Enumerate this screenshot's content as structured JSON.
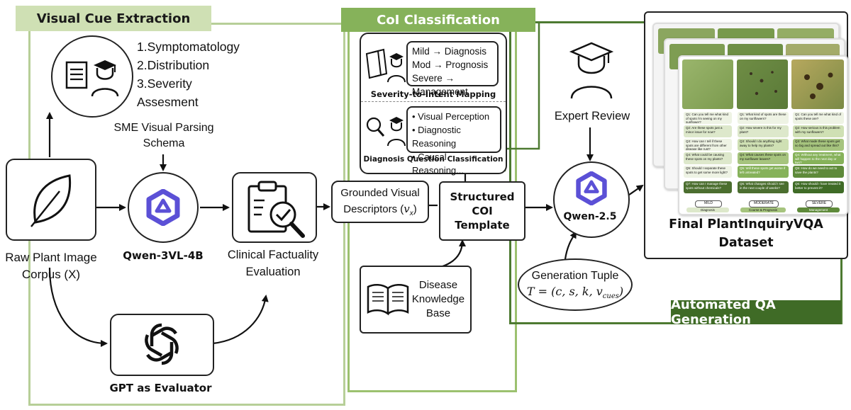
{
  "panels": {
    "visual_cue": "Visual Cue Extraction",
    "coi": "CoI Classification",
    "auto_qa": "Automated QA Generation"
  },
  "left": {
    "criteria": [
      "1.Symptomatology",
      "2.Distribution",
      "3.Severity",
      "Assesment"
    ],
    "sme_schema": [
      "SME Visual Parsing",
      "Schema"
    ],
    "raw_corpus": [
      "Raw Plant Image",
      "Corpus (X)"
    ],
    "qwen3": "Qwen-3VL-4B",
    "clinical": [
      "Clinical Factuality",
      "Evaluation"
    ],
    "gpt": "GPT as Evaluator"
  },
  "middle": {
    "severity_map": [
      "Mild → Diagnosis",
      "Mod → Prognosis",
      "Severe → Management"
    ],
    "severity_title": "Severity-to-Intent Mapping",
    "diag_list": [
      "• Visual Perception",
      "• Diagnostic Reasoning",
      "• Causal Reasoning..."
    ],
    "diag_title": "Diagnosis Question Classification",
    "grounded": [
      "Grounded Visual",
      "Descriptors ("
    ],
    "grounded_var": "v",
    "grounded_sub": "x",
    "structured": [
      "Structured",
      "COI",
      "Template"
    ],
    "knowledge": [
      "Disease",
      "Knowledge",
      "Base"
    ]
  },
  "right": {
    "expert": "Expert Review",
    "qwen25": "Qwen-2.5",
    "tuple_title": "Generation Tuple",
    "tuple_formula": "T = (c, s, k, v",
    "tuple_sub": "cues",
    "final": [
      "Final PlantInquiryVQA",
      "Dataset"
    ],
    "cards": {
      "col1": [
        "Q1: Can you tell me what kind of spots I'm seeing on my sunflower?",
        "Q2: Are these spots just a minor issue for now?",
        "Q3: How can I tell if these spots are different from other disease like rust?",
        "Q4: What could be causing these spots on my plants?",
        "Q5: Should I separate these spots to get some more light?",
        "Q7: How can I manage these spots without chemicals?"
      ],
      "col2": [
        "Q1: What kind of spots are these on my sunflowers?",
        "Q2: How severe is this for my plant?",
        "Q3: Should I do anything right away to help my plants?",
        "Q4: What causes these spots on my sunflower leaves?",
        "Q5: Will these spots get worse if left untreated?",
        "Q6: What changes should I see in the next couple of weeks?"
      ],
      "col3": [
        "Q1: Can you tell me what kind of spots these are?",
        "Q2: How serious is this problem with my sunflowers?",
        "Q3: What made these spots get so big and spread out like this?",
        "Q4: Without any treatment, what will happen to the next day or two?",
        "Q5: How do we need to act to save the plants?",
        "Q6: How should I have treated it better to prevent it?"
      ],
      "levels": [
        "MILD",
        "MODERATE",
        "SEVERE"
      ],
      "stages": [
        "Diagnosis",
        "Course & Prognosis",
        "Management"
      ]
    }
  },
  "colors": {
    "panel_border": "#b7cf98",
    "hdr_light": "#cfe0b4",
    "hdr_mid": "#86b25a",
    "hdr_dark": "#3f6b26",
    "qwen_logo": "#5b50d6"
  }
}
